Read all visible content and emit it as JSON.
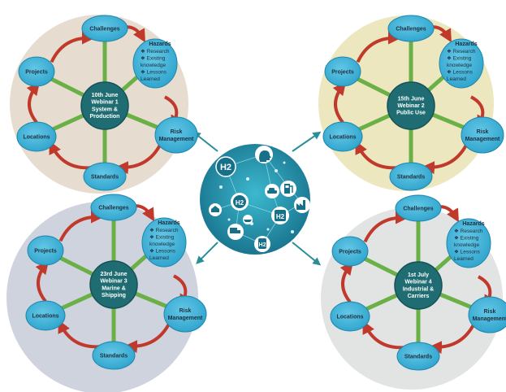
{
  "quadrants": [
    {
      "id": "q1",
      "date": "10th June",
      "webinar": "Webinar 1",
      "topic_lines": [
        "System &",
        "Production"
      ],
      "background": "#e6ddd0",
      "nodes": {
        "challenges": "Challenges",
        "projects": "Projects",
        "locations": "Locations",
        "standards": "Standards",
        "risk": [
          "Risk",
          "Management"
        ]
      },
      "hazards": {
        "title": "Hazards",
        "items": [
          "Research",
          "Existing",
          "knowledge",
          "Lessons",
          "Learned"
        ]
      }
    },
    {
      "id": "q2",
      "date": "15th June",
      "webinar": "Webinar 2",
      "topic_lines": [
        "Public Use"
      ],
      "background": "#ece7bf",
      "nodes": {
        "challenges": "Challenges",
        "projects": "Projects",
        "locations": "Locations",
        "standards": "Standards",
        "risk": [
          "Risk",
          "Management"
        ]
      },
      "hazards": {
        "title": "Hazards",
        "items": [
          "Research",
          "Existing",
          "knowledge",
          "Lessons",
          "Learned"
        ]
      }
    },
    {
      "id": "q3",
      "date": "23rd June",
      "webinar": "Webinar 3",
      "topic_lines": [
        "Marine &",
        "Shipping"
      ],
      "background": "#cfd3de",
      "nodes": {
        "challenges": "Challenges",
        "projects": "Projects",
        "locations": "Locations",
        "standards": "Standards",
        "risk": [
          "Risk",
          "Management"
        ]
      },
      "hazards": {
        "title": "Hazards",
        "items": [
          "Research",
          "Existing",
          "knowledge",
          "Lessons",
          "Learned"
        ]
      }
    },
    {
      "id": "q4",
      "date": "1st July",
      "webinar": "Webinar 4",
      "topic_lines": [
        "Industrial &",
        "Carriers"
      ],
      "background": "#e2e3e3",
      "nodes": {
        "challenges": "Challenges",
        "projects": "Projects",
        "locations": "Locations",
        "standards": "Standards",
        "risk": [
          "Risk",
          "Management"
        ]
      },
      "hazards": {
        "title": "Hazards",
        "items": [
          "Research",
          "Existing",
          "knowledge",
          "Lessons",
          "Learned"
        ]
      }
    }
  ],
  "hub": {
    "icon_labels": [
      "H2",
      "H2",
      "H2",
      "H2"
    ],
    "icons": [
      "h2-molecule-icon",
      "head-icon",
      "car-icon",
      "fuel-pump-icon",
      "factory-icon",
      "ship-icon",
      "truck-icon",
      "house-icon",
      "network-node-icon"
    ]
  },
  "colors": {
    "node_fill": "#3bb0d6",
    "node_stroke": "#1d86ad",
    "center_fill": "#1f6d73",
    "spoke": "#6ab046",
    "arrow": "#c0392b",
    "hub_fill": "#1f8fa8",
    "hub_dark": "#176f82",
    "teal_arrow": "#2a8e98"
  }
}
